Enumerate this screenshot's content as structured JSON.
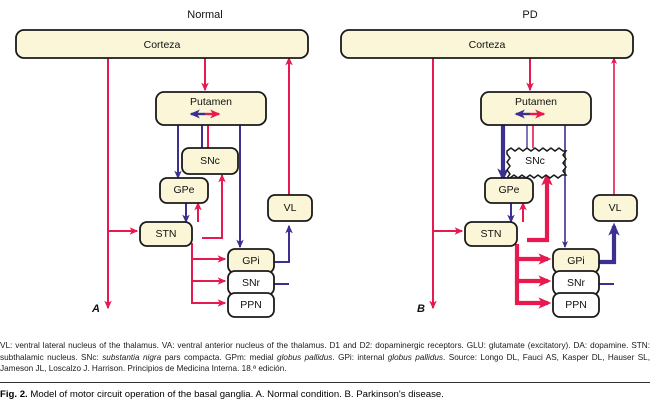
{
  "figure": {
    "number": "Fig. 2.",
    "caption": "Model of motor circuit operation of the basal ganglia. A. Normal condition. B. Parkinson's disease.",
    "colors": {
      "excitatory_red": "#E8194F",
      "inhibitory_blue": "#3B2F8F",
      "node_fill_cream": "#FAF6D7",
      "node_fill_white": "#FFFFFF",
      "node_stroke": "#1A1A1A"
    }
  },
  "legend": {
    "line1_a": "VL: ventral lateral nucleus of the thalamus. VA: ventral anterior nucleus of the thalamus. D1 and D2: dopaminergic receptors. GLU: glutamate (excitatory). DA: dopamine. STN: subthalamic nucleus. SNc: ",
    "line1_italic1": "substantia nigra",
    "line1_b": " pars compacta. GPm: medial ",
    "line1_italic2": "globus pallidus",
    "line1_c": ". GPi: internal ",
    "line1_italic3": "globus pallidus",
    "line1_d": ".",
    "source": "Source: Longo DL, Fauci AS, Kasper DL, Hauser SL, Jameson JL, Loscalzo J. Harrison. Principios de Medicina Interna. 18.ª edición."
  },
  "panels": [
    {
      "id": "normal",
      "letter": "A",
      "title": "Normal",
      "nodes": [
        {
          "key": "corteza",
          "label": "Corteza",
          "fill": "cream"
        },
        {
          "key": "putamen",
          "label": "Putamen",
          "fill": "cream"
        },
        {
          "key": "snc",
          "label": "SNc",
          "fill": "cream",
          "border": "solid"
        },
        {
          "key": "gpe",
          "label": "GPe",
          "fill": "cream"
        },
        {
          "key": "stn",
          "label": "STN",
          "fill": "cream"
        },
        {
          "key": "vl",
          "label": "VL",
          "fill": "cream"
        },
        {
          "key": "gpi",
          "label": "GPi",
          "fill": "cream"
        },
        {
          "key": "snr",
          "label": "SNr",
          "fill": "white"
        },
        {
          "key": "ppn",
          "label": "PPN",
          "fill": "white"
        }
      ]
    },
    {
      "id": "pd",
      "letter": "B",
      "title": "PD",
      "nodes": [
        {
          "key": "corteza",
          "label": "Corteza",
          "fill": "cream"
        },
        {
          "key": "putamen",
          "label": "Putamen",
          "fill": "cream"
        },
        {
          "key": "snc",
          "label": "SNc",
          "fill": "white",
          "border": "jagged"
        },
        {
          "key": "gpe",
          "label": "GPe",
          "fill": "cream"
        },
        {
          "key": "stn",
          "label": "STN",
          "fill": "cream"
        },
        {
          "key": "vl",
          "label": "VL",
          "fill": "cream"
        },
        {
          "key": "gpi",
          "label": "GPi",
          "fill": "cream"
        },
        {
          "key": "snr",
          "label": "SNr",
          "fill": "white"
        },
        {
          "key": "ppn",
          "label": "PPN",
          "fill": "white"
        }
      ]
    }
  ]
}
